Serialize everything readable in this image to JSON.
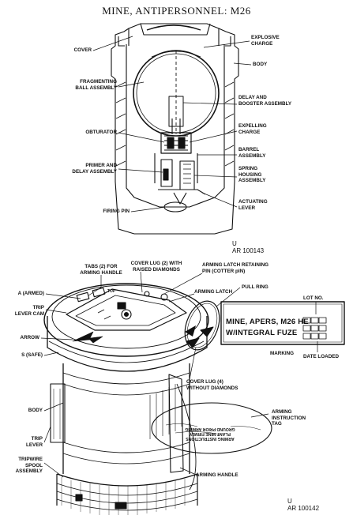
{
  "title": "MINE, ANTIPERSONNEL:  M26",
  "figure1": {
    "labels": {
      "cover": "COVER",
      "explosive_charge": "EXPLOSIVE\nCHARGE",
      "body": "BODY",
      "fragmenting_ball": "FRAGMENTING\nBALL ASSEMBLY",
      "delay_booster": "DELAY AND\nBOOSTER ASSEMBLY",
      "obturator": "OBTURATOR",
      "expelling_charge": "EXPELLING\nCHARGE",
      "barrel_assembly": "BARREL\nASSEMBLY",
      "primer_delay": "PRIMER AND\nDELAY ASSEMBLY",
      "spring_housing": "SPRING\nHOUSING\nASSEMBLY",
      "actuating_lever": "ACTUATING\nLEVER",
      "firing_pin": "FIRING PIN"
    },
    "code": "U\nAR 100143"
  },
  "figure2": {
    "labels": {
      "tabs": "TABS (2) FOR\nARMING HANDLE",
      "cover_lug_raised": "COVER LUG (2) WITH\nRAISED DIAMONDS",
      "latch_pin": "ARMING LATCH RETAINING\nPIN (COTTER pIN)",
      "a_armed": "A (ARMED)",
      "arming_latch": "ARMING LATCH",
      "trip_cam": "TRIP\nLEVER CAM",
      "pull_ring": "PULL RING",
      "arrow": "ARROW",
      "lot_no": "LOT NO.",
      "s_safe": "S (SAFE)",
      "marking": "MARKING",
      "date_loaded": "DATE LOADED",
      "cover_lug_without": "COVER LUG (4)\nWITHOUT DIAMONDS",
      "body": "BODY",
      "arming_tag": "ARMING\nINSTRUCTION\nTAG",
      "trip_lever": "TRIP\nLEVER",
      "tripwire_spool": "TRIPWIRE\nSPOOL\nASSEMBLY",
      "arming_handle": "ARMING HANDLE",
      "top_text": "TOP"
    },
    "marking_line1": "MINE, APERS, M26 HE",
    "marking_line2": "W/INTEGRAL FUZE",
    "tag_text": "ARMING INSTRUCTIONS\nPLANT MINE FIRMLY\nGROUND PRIOR ARMING",
    "code": "U\nAR 100142"
  }
}
